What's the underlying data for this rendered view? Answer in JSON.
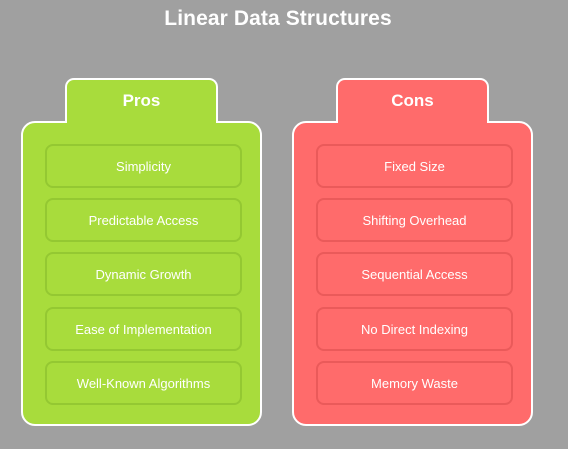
{
  "title": "Linear Data Structures",
  "colors": {
    "background": "#a0a0a0",
    "pros": "#a8dc3c",
    "cons": "#ff6b6b"
  },
  "pros": {
    "label": "Pros",
    "items": [
      "Simplicity",
      "Predictable Access",
      "Dynamic Growth",
      "Ease of Implementation",
      "Well-Known Algorithms"
    ]
  },
  "cons": {
    "label": "Cons",
    "items": [
      "Fixed Size",
      "Shifting Overhead",
      "Sequential Access",
      "No Direct Indexing",
      "Memory Waste"
    ]
  }
}
